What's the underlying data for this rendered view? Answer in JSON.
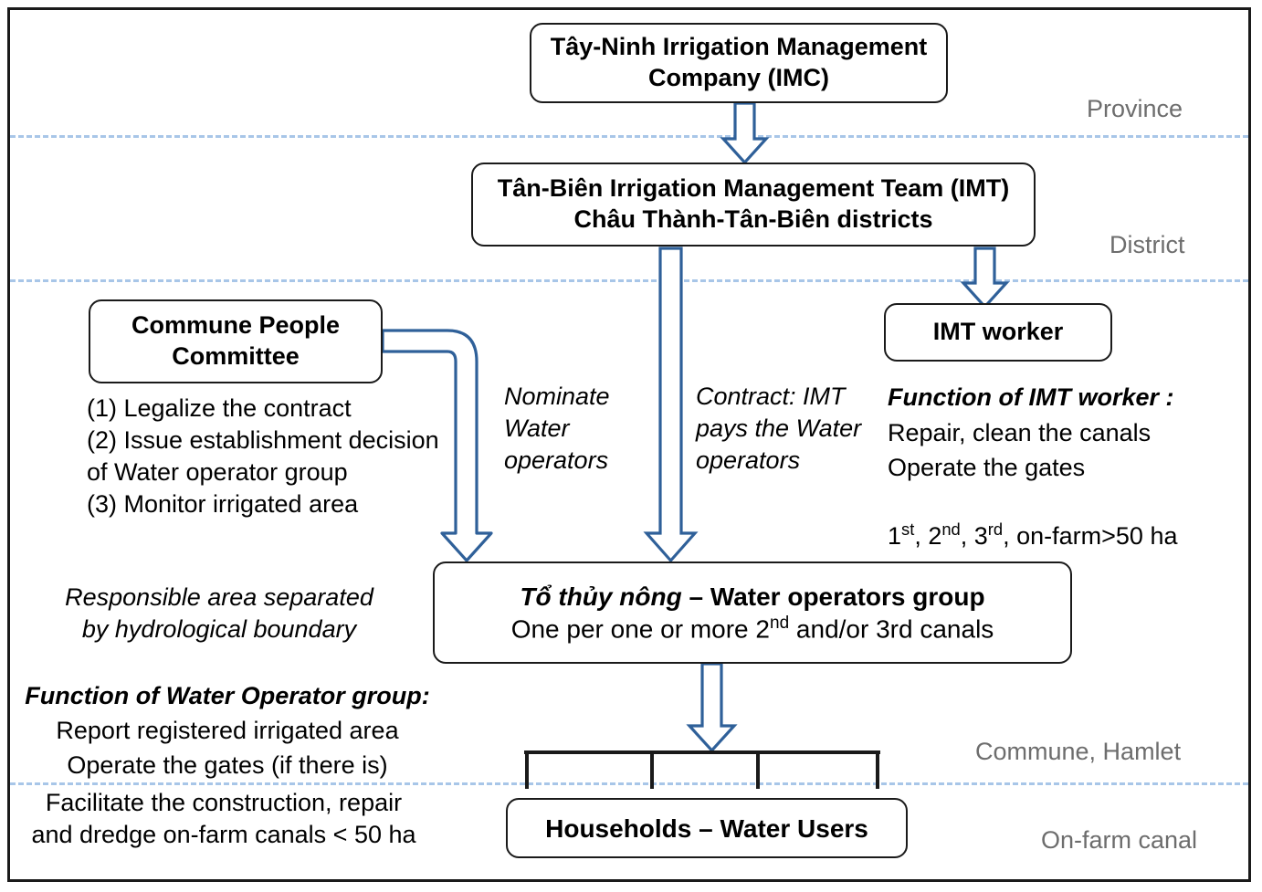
{
  "diagram": {
    "title": "Irrigation management organizational structure",
    "colors": {
      "box_border": "#1a1a1a",
      "arrow_stroke": "#2f6099",
      "dashed_line": "#a8c6e8",
      "level_label": "#6d6d6d",
      "text": "#000000",
      "background": "#ffffff"
    }
  },
  "levels": [
    {
      "id": "province",
      "label": "Province"
    },
    {
      "id": "district",
      "label": "District"
    },
    {
      "id": "commune",
      "label": "Commune, Hamlet"
    },
    {
      "id": "onfarm",
      "label": "On-farm canal"
    }
  ],
  "nodes": {
    "imc": {
      "line1": "Tây-Ninh  Irrigation Management",
      "line2": "Company (IMC)"
    },
    "imt": {
      "line1": "Tân-Biên  Irrigation Management Team (IMT)",
      "line2": "Châu Thành-Tân-Biên  districts"
    },
    "commune_committee": {
      "line1": "Commune People",
      "line2": "Committee"
    },
    "imt_worker": {
      "line1": "IMT worker"
    },
    "water_operators_group": {
      "line1_italic": "Tổ thủy nông",
      "line1_rest": " –  Water operators group",
      "line2_a": "One per one or more 2",
      "line2_sup": "nd",
      "line2_b": " and/or 3rd canals"
    },
    "households": {
      "line1": "Households – Water Users"
    }
  },
  "annotations": {
    "commune_duties": "(1) Legalize the contract\n(2) Issue establishment decision\nof Water operator group\n(3) Monitor irrigated area",
    "nominate": "Nominate\nWater\noperators",
    "contract": "Contract: IMT\npays the Water\noperators",
    "imt_worker_function_title": "Function of IMT worker :",
    "imt_worker_function_l1": "Repair, clean the canals",
    "imt_worker_function_l2": "Operate the gates",
    "imt_worker_function_l3_a": "1",
    "imt_worker_function_l3_sup1": "st",
    "imt_worker_function_l3_b": ", 2",
    "imt_worker_function_l3_sup2": "nd",
    "imt_worker_function_l3_c": ", 3",
    "imt_worker_function_l3_sup3": "rd",
    "imt_worker_function_l3_d": ", on-farm>50 ha",
    "responsible_area": "Responsible area separated\nby hydrological boundary",
    "wog_function_title": "Function of Water Operator group:",
    "wog_function_l1": "Report registered irrigated area",
    "wog_function_l2": "Operate the gates (if there is)",
    "wog_function_l3": "Facilitate the construction, repair\nand dredge on-farm canals < 50 ha"
  },
  "connectors": [
    {
      "id": "imc-to-imt",
      "kind": "block-arrow-down",
      "from": "imc",
      "to": "imt"
    },
    {
      "id": "imt-to-imt-worker",
      "kind": "block-arrow-down",
      "from": "imt",
      "to": "imt_worker"
    },
    {
      "id": "imt-to-water-operators",
      "kind": "block-arrow-down",
      "from": "imt",
      "to": "water_operators_group",
      "label": "Contract: IMT pays the Water operators"
    },
    {
      "id": "commune-to-water-operators",
      "kind": "block-arrow-elbow",
      "from": "commune_committee",
      "to": "water_operators_group",
      "label": "Nominate Water operators"
    },
    {
      "id": "water-operators-to-households",
      "kind": "block-arrow-down",
      "from": "water_operators_group",
      "to": "households"
    },
    {
      "id": "households-bracket",
      "kind": "bracket",
      "to": "households",
      "branches": 4
    }
  ]
}
